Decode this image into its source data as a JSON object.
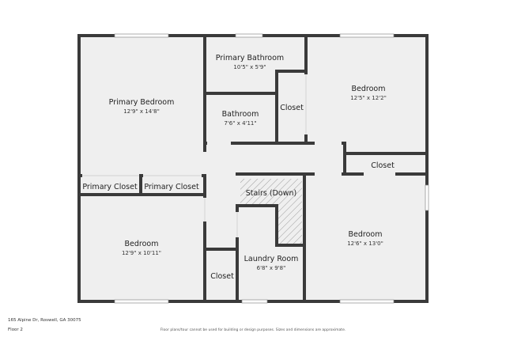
{
  "rooms": {
    "primary_bedroom": {
      "name": "Primary Bedroom",
      "dims": "12'9\" x 14'8\""
    },
    "primary_bathroom": {
      "name": "Primary Bathroom",
      "dims": "10'5\" x 5'9\""
    },
    "bathroom": {
      "name": "Bathroom",
      "dims": "7'6\" x 4'11\""
    },
    "closet_center": {
      "name": "Closet"
    },
    "bedroom_ne": {
      "name": "Bedroom",
      "dims": "12'5\" x 12'2\""
    },
    "closet_east": {
      "name": "Closet"
    },
    "primary_closet_1": {
      "name": "Primary Closet"
    },
    "primary_closet_2": {
      "name": "Primary Closet"
    },
    "stairs": {
      "name": "Stairs (Down)"
    },
    "bedroom_sw": {
      "name": "Bedroom",
      "dims": "12'9\" x 10'11\""
    },
    "bedroom_se": {
      "name": "Bedroom",
      "dims": "12'6\" x 13'0\""
    },
    "laundry": {
      "name": "Laundry Room",
      "dims": "6'8\" x 9'8\""
    },
    "closet_south": {
      "name": "Closet"
    }
  },
  "footer": {
    "address": "165 Alpine Dr, Roswell, GA 30075",
    "floor": "Floor 2",
    "disclaimer": "Floor plans/tour cannot be used for building or design purposes. Sizes and dimensions are approximate."
  }
}
